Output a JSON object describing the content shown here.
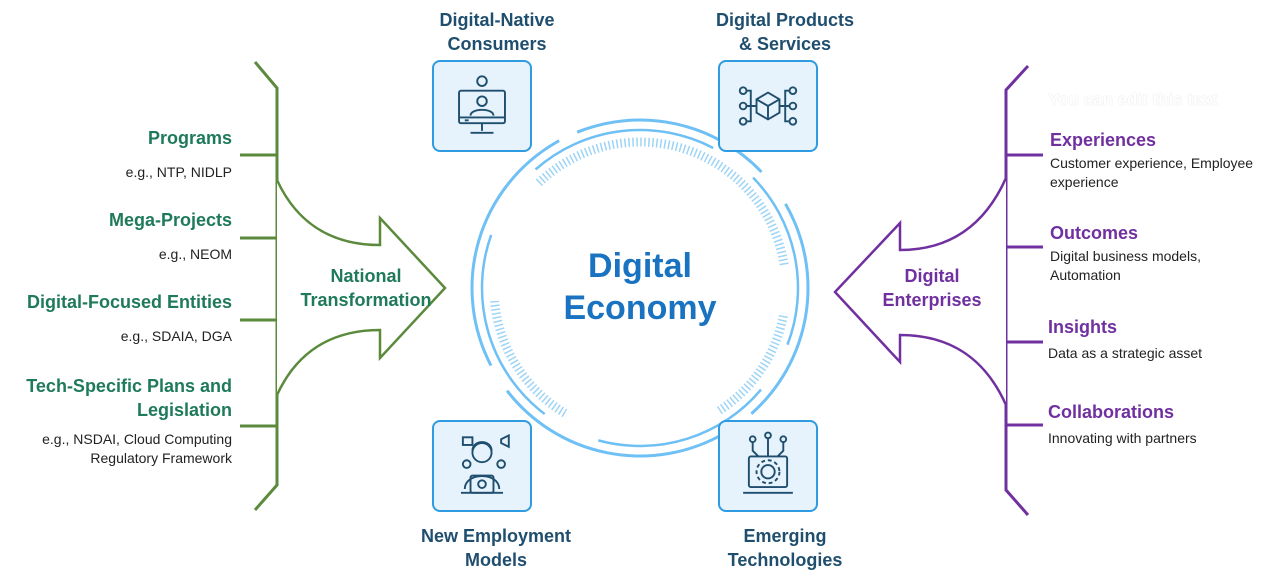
{
  "center": {
    "line1": "Digital",
    "line2": "Economy"
  },
  "nodes": {
    "consumers": {
      "line1": "Digital-Native",
      "line2": "Consumers",
      "icon": "consumer-monitor-icon"
    },
    "products": {
      "line1": "Digital Products",
      "line2": "& Services",
      "icon": "product-network-icon"
    },
    "employment": {
      "line1": "New Employment",
      "line2": "Models",
      "icon": "remote-worker-icon"
    },
    "technologies": {
      "line1": "Emerging",
      "line2": "Technologies",
      "icon": "tech-gear-laptop-icon"
    }
  },
  "left": {
    "arrow_label": {
      "line1": "National",
      "line2": "Transformation"
    },
    "items": [
      {
        "title": "Programs",
        "sub": "e.g., NTP, NIDLP"
      },
      {
        "title": "Mega-Projects",
        "sub": "e.g., NEOM"
      },
      {
        "title": "Digital-Focused Entities",
        "sub": "e.g., SDAIA, DGA"
      },
      {
        "title_line1": "Tech-Specific Plans and",
        "title_line2": "Legislation",
        "sub_line1": "e.g., NSDAI, Cloud Computing",
        "sub_line2": "Regulatory Framework"
      }
    ]
  },
  "right": {
    "arrow_label": {
      "line1": "Digital",
      "line2": "Enterprises"
    },
    "placeholder": "You can edit this text",
    "items": [
      {
        "title": "Experiences",
        "sub_line1": "Customer experience, Employee",
        "sub_line2": "experience"
      },
      {
        "title": "Outcomes",
        "sub_line1": "Digital business models,",
        "sub_line2": "Automation"
      },
      {
        "title": "Insights",
        "sub_line1": "Data as a strategic asset"
      },
      {
        "title": "Collaborations",
        "sub_line1": "Innovating with partners"
      }
    ]
  },
  "colors": {
    "green": "#5b8a3c",
    "teal_text": "#1f7a5a",
    "purple": "#7030a0",
    "blue": "#2f9be0",
    "navy": "#1f4e6e"
  }
}
